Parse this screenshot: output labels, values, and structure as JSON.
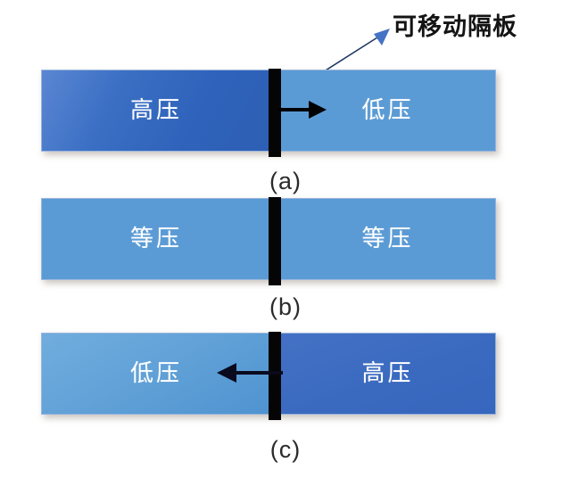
{
  "figure": {
    "background_color": "#ffffff",
    "callout": {
      "label": "可移动隔板",
      "line_color": "#1f3864",
      "arrowhead_color": "#4472c4"
    },
    "colors": {
      "high_pressure_fill": "#3a6ac0",
      "low_pressure_fill": "#5b9bd5",
      "equal_pressure_fill": "#5b9bd5",
      "partition_fill": "#050505",
      "chamber_border": "#9ab6dd",
      "chamber_text": "#ffffff",
      "caption_text": "#2b2b2b"
    },
    "rows": [
      {
        "id": "a",
        "caption": "(a)",
        "left": {
          "label": "高压",
          "state": "high-pressure",
          "shade": "dark"
        },
        "right": {
          "label": "低压",
          "state": "low-pressure",
          "shade": "light"
        },
        "partition": "movable-partition",
        "flow_arrow": {
          "direction": "right",
          "color": "#000000"
        }
      },
      {
        "id": "b",
        "caption": "(b)",
        "left": {
          "label": "等压",
          "state": "equal-pressure",
          "shade": "light"
        },
        "right": {
          "label": "等压",
          "state": "equal-pressure",
          "shade": "light"
        },
        "partition": "movable-partition",
        "flow_arrow": null
      },
      {
        "id": "c",
        "caption": "(c)",
        "left": {
          "label": "低压",
          "state": "low-pressure",
          "shade": "light"
        },
        "right": {
          "label": "高压",
          "state": "high-pressure",
          "shade": "dark"
        },
        "partition": "movable-partition",
        "flow_arrow": {
          "direction": "left",
          "color": "#000000"
        }
      }
    ]
  }
}
